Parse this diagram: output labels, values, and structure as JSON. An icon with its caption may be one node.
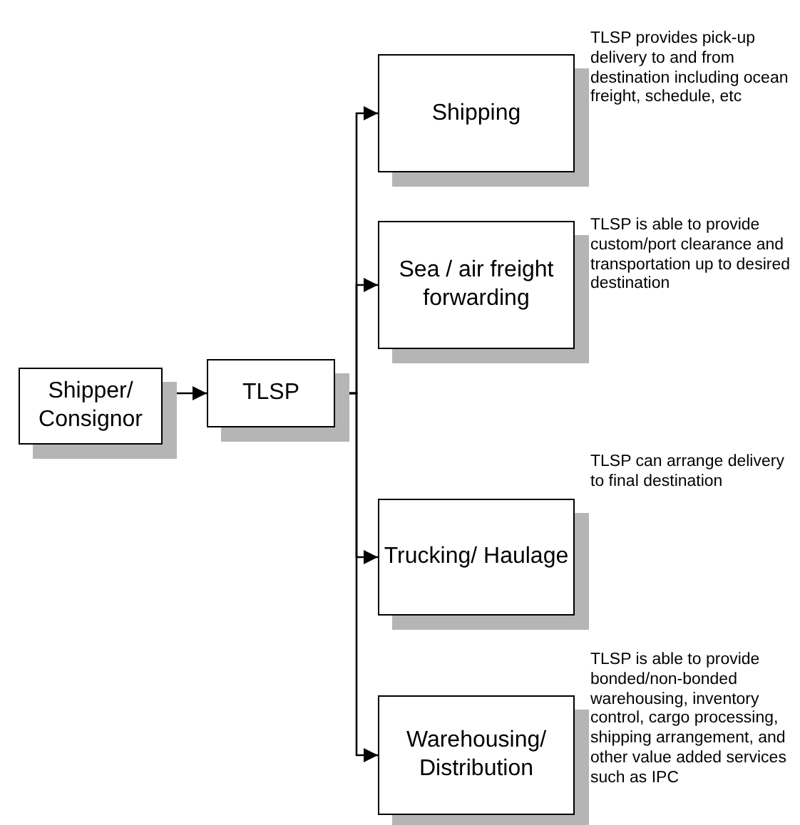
{
  "diagram": {
    "nodes": [
      {
        "text": [
          "Shipper/ Consignor"
        ]
      },
      {
        "text": [
          "TLSP"
        ]
      },
      {
        "text": [
          "Shipping"
        ],
        "beside": [
          "TLSP provides pick-up delivery to and from destination including ocean freight, schedule, etc"
        ]
      },
      {
        "text": [
          "Sea / air freight forwarding"
        ],
        "beside": [
          "TLSP is able to provide custom/port clearance and transportation up to desired destination"
        ]
      },
      {
        "text": [
          "Trucking/ Haulage"
        ],
        "beside": [
          "TLSP can arrange delivery to final destination"
        ]
      },
      {
        "text": [
          "Warehousing/ Distribution"
        ],
        "beside": [
          "TLSP is able to provide bonded/non-bonded warehousing, inventory control, cargo processing, shipping arrangement, and other value added services such as IPC"
        ]
      }
    ],
    "edges": [
      {
        "from": 0,
        "to": 1,
        "arrow": "to"
      },
      {
        "from": 1,
        "to": 2,
        "arrow": "to"
      },
      {
        "from": 1,
        "to": 3,
        "arrow": "to"
      },
      {
        "from": 1,
        "to": 4,
        "arrow": "to"
      },
      {
        "from": 1,
        "to": 5,
        "arrow": "to"
      }
    ]
  }
}
